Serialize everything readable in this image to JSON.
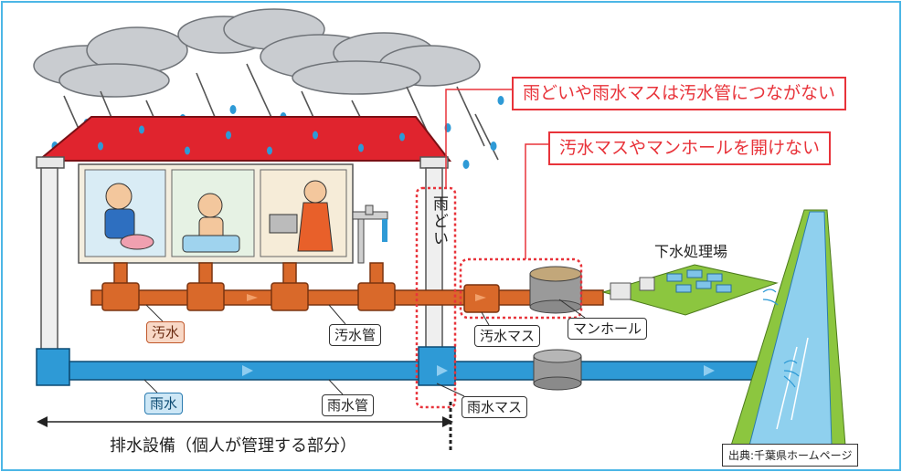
{
  "callouts": {
    "no_connect": "雨どいや雨水マスは汚水管につながない",
    "no_open": "汚水マスやマンホールを開けない"
  },
  "labels": {
    "downspout": "雨どい",
    "treatment_plant": "下水処理場",
    "sewage": "汚水",
    "sewage_pipe": "汚水管",
    "sewage_basin": "汚水マス",
    "manhole": "マンホール",
    "rainwater": "雨水",
    "rain_pipe": "雨水管",
    "rain_basin": "雨水マス",
    "drainage_equipment": "排水設備（個人が管理する部分）",
    "source": "出典:千葉県ホームページ"
  },
  "colors": {
    "frame": "#4cb6e6",
    "roof": "#e0242e",
    "sewage_pipe": "#d9692a",
    "rain_pipe": "#2e9ad6",
    "callout_border": "#e8333a",
    "river": "#8fd0ee",
    "grass": "#8cc63f"
  }
}
